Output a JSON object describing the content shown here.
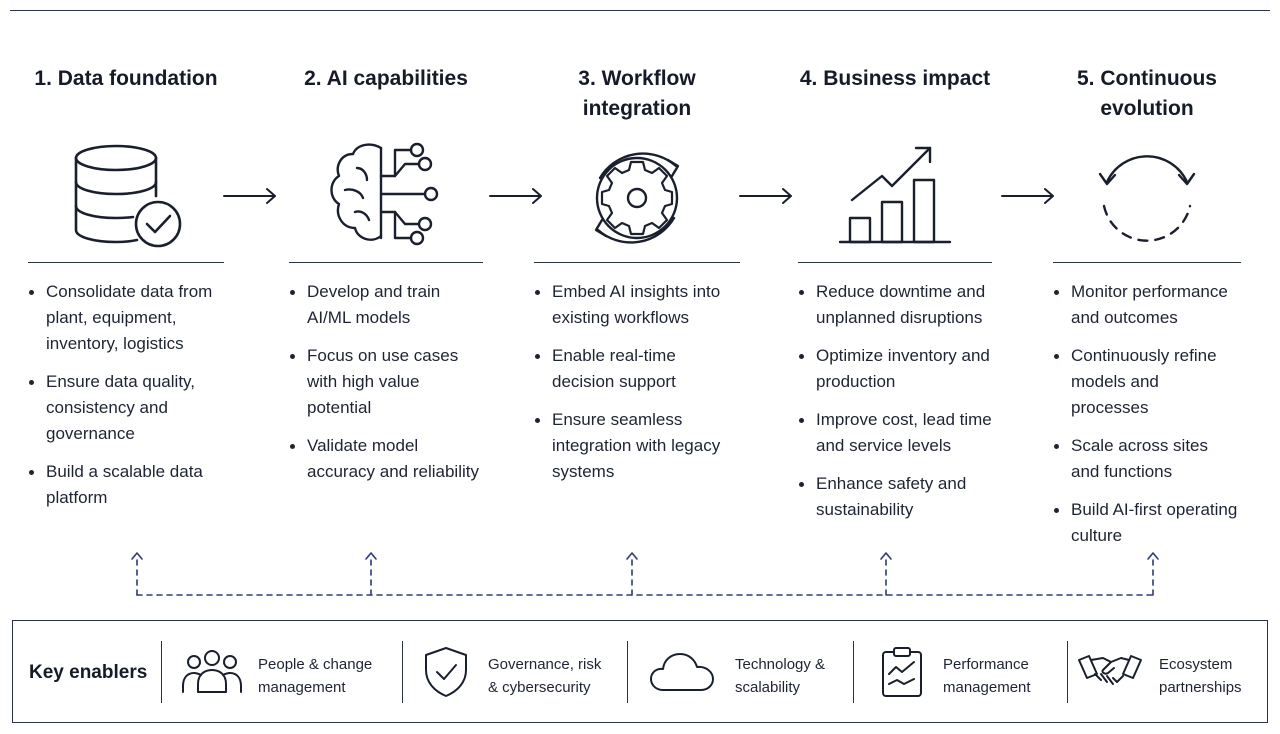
{
  "stages": [
    {
      "title": "1. Data foundation",
      "icon": "database-check-icon",
      "bullets": [
        "Consolidate data from plant, equipment, inventory, logistics",
        "Ensure data quality, consistency and governance",
        "Build a scalable data platform"
      ]
    },
    {
      "title": "2. AI capabilities",
      "icon": "brain-circuit-icon",
      "bullets": [
        "Develop and train AI/ML models",
        "Focus on use cases with high value potential",
        "Validate model accuracy and reliability"
      ]
    },
    {
      "title": "3. Workflow\nintegration",
      "icon": "gear-cycle-icon",
      "bullets": [
        "Embed AI insights into existing workflows",
        "Enable real-time decision support",
        "Ensure seamless integration with legacy systems"
      ]
    },
    {
      "title": "4. Business impact",
      "icon": "bar-chart-growth-icon",
      "bullets": [
        "Reduce downtime and unplanned disruptions",
        "Optimize inventory and production",
        "Improve cost, lead time and service levels",
        "Enhance safety and sustainability"
      ]
    },
    {
      "title": "5. Continuous\nevolution",
      "icon": "cycle-arrows-icon",
      "bullets": [
        "Monitor performance and outcomes",
        "Continuously refine models and processes",
        "Scale across sites and functions",
        "Build AI-first operating culture"
      ]
    }
  ],
  "enablers": {
    "title": "Key enablers",
    "items": [
      {
        "label": "People & change\nmanagement",
        "icon": "people-group-icon"
      },
      {
        "label": "Governance, risk\n& cybersecurity",
        "icon": "shield-check-icon"
      },
      {
        "label": "Technology &\nscalability",
        "icon": "cloud-icon"
      },
      {
        "label": "Performance\nmanagement",
        "icon": "clipboard-chart-icon"
      },
      {
        "label": "Ecosystem\npartnerships",
        "icon": "handshake-icon"
      }
    ]
  },
  "colors": {
    "ink": "#1a1f2e",
    "line": "#2a3348",
    "dashed": "#2f3a7a"
  }
}
